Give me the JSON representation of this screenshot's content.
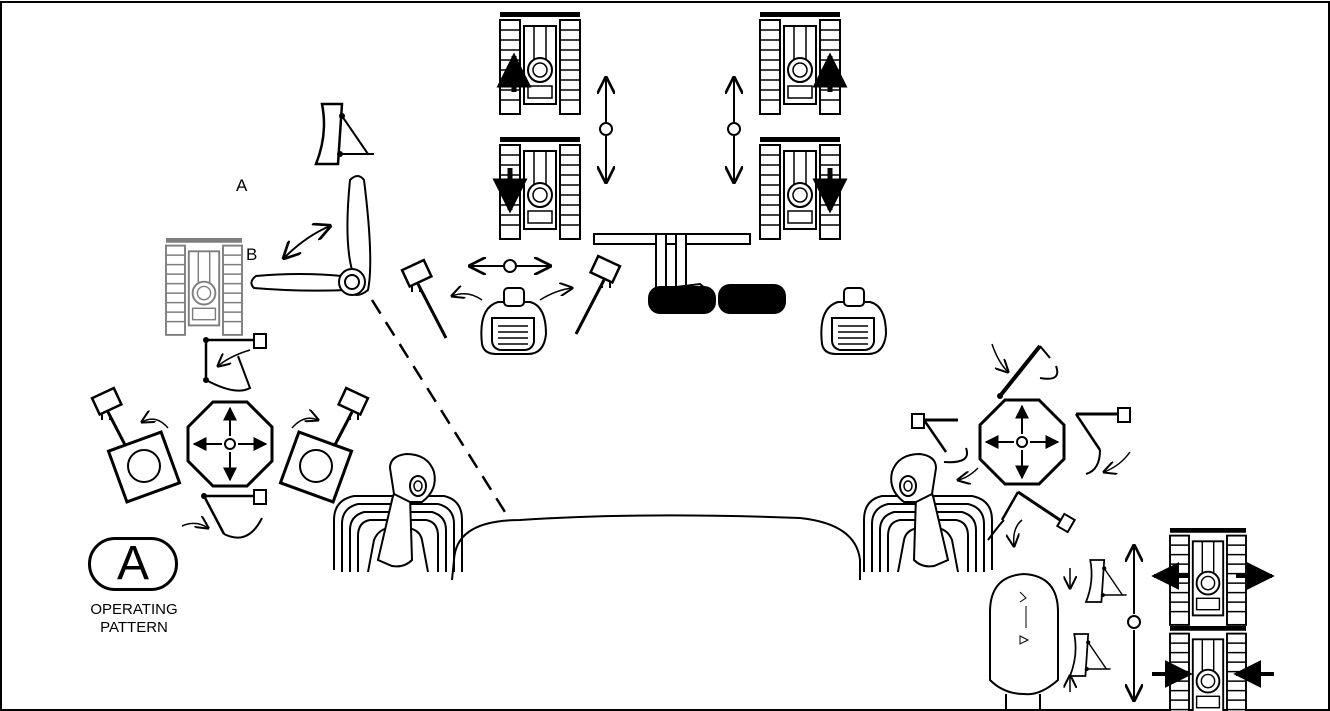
{
  "figure": {
    "labels": {
      "a": "A",
      "b": "B"
    },
    "badge_letter": "A",
    "caption_line1": "OPERATING",
    "caption_line2": "PATTERN"
  },
  "colors": {
    "ink": "#000000",
    "background": "#ffffff",
    "gray": "#9a9a9a"
  },
  "icons": [
    "crawler-icon",
    "dozer-blade-icon",
    "bucket-icon",
    "joystick-icon",
    "pedal-icon",
    "direction-cross-icon"
  ]
}
